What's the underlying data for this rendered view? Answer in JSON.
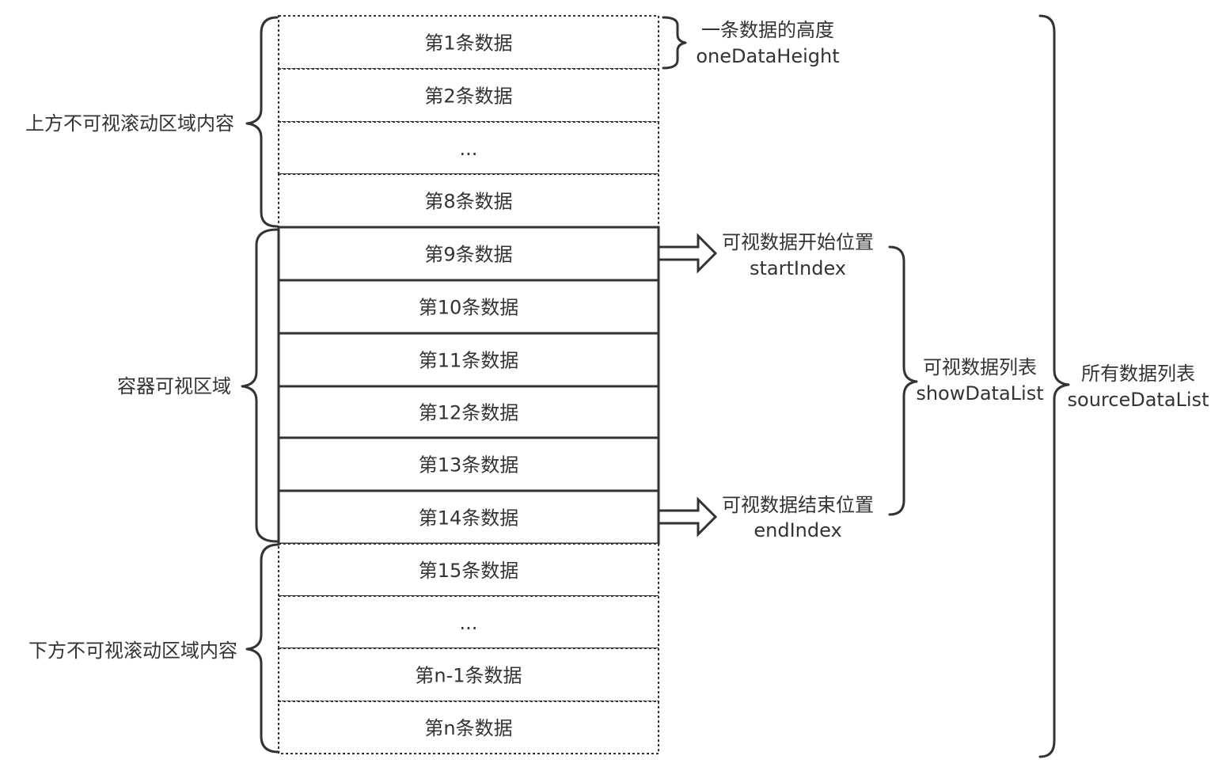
{
  "rows": [
    "第1条数据",
    "第2条数据",
    "...",
    "第8条数据",
    "第9条数据",
    "第10条数据",
    "第11条数据",
    "第12条数据",
    "第13条数据",
    "第14条数据",
    "第15条数据",
    "...",
    "第n-1条数据",
    "第n条数据"
  ],
  "labels": {
    "top_invisible": "上方不可视滚动区域内容",
    "container_visible": "容器可视区域",
    "bottom_invisible": "下方不可视滚动区域内容",
    "one_height_cn": "一条数据的高度",
    "one_height_en": "oneDataHeight",
    "start_cn": "可视数据开始位置",
    "start_en": "startIndex",
    "end_cn": "可视数据结束位置",
    "end_en": "endIndex",
    "show_cn": "可视数据列表",
    "show_en": "showDataList",
    "source_cn": "所有数据列表",
    "source_en": "sourceDataList"
  },
  "colors": {
    "line": "#333333",
    "text": "#333333",
    "background": "#ffffff"
  }
}
